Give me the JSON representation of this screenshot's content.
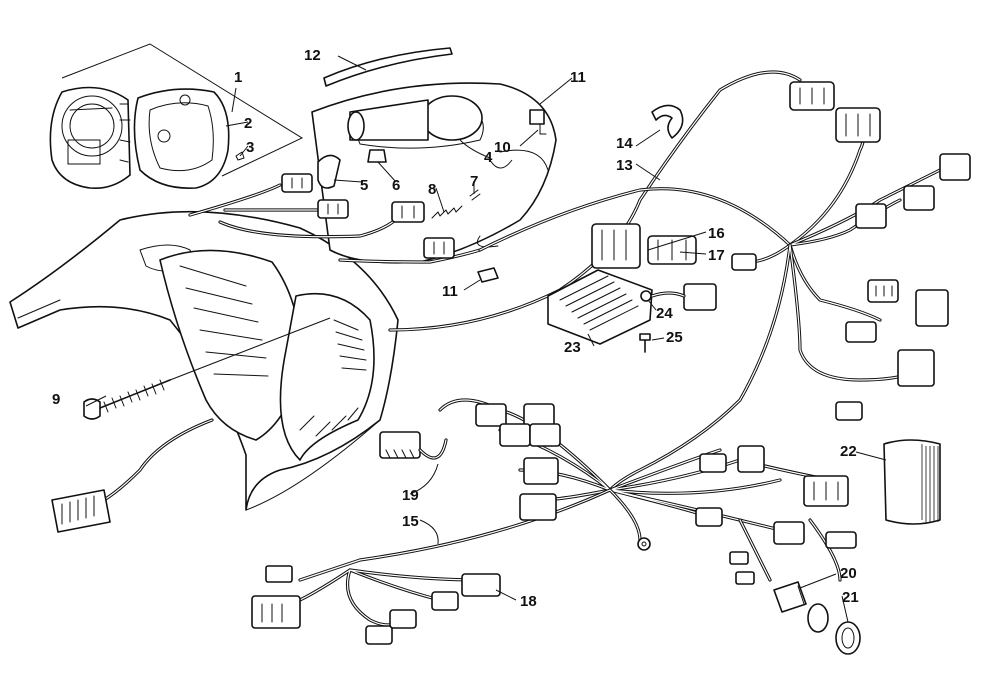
{
  "diagram": {
    "callouts": [
      {
        "id": "c1",
        "label": "1"
      },
      {
        "id": "c2",
        "label": "2"
      },
      {
        "id": "c3",
        "label": "3"
      },
      {
        "id": "c4",
        "label": "4"
      },
      {
        "id": "c5",
        "label": "5"
      },
      {
        "id": "c6",
        "label": "6"
      },
      {
        "id": "c7",
        "label": "7"
      },
      {
        "id": "c8",
        "label": "8"
      },
      {
        "id": "c9",
        "label": "9"
      },
      {
        "id": "c10",
        "label": "10"
      },
      {
        "id": "c11a",
        "label": "11"
      },
      {
        "id": "c11b",
        "label": "11"
      },
      {
        "id": "c12",
        "label": "12"
      },
      {
        "id": "c13",
        "label": "13"
      },
      {
        "id": "c14",
        "label": "14"
      },
      {
        "id": "c15",
        "label": "15"
      },
      {
        "id": "c16",
        "label": "16"
      },
      {
        "id": "c17",
        "label": "17"
      },
      {
        "id": "c18",
        "label": "18"
      },
      {
        "id": "c19",
        "label": "19"
      },
      {
        "id": "c20",
        "label": "20"
      },
      {
        "id": "c21",
        "label": "21"
      },
      {
        "id": "c22",
        "label": "22"
      },
      {
        "id": "c23",
        "label": "23"
      },
      {
        "id": "c24",
        "label": "24"
      },
      {
        "id": "c25",
        "label": "25"
      }
    ]
  }
}
